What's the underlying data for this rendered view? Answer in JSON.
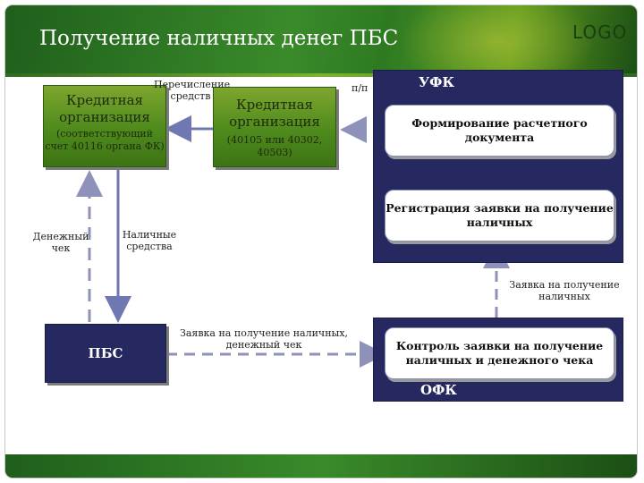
{
  "title": "Получение наличных денег ПБС",
  "logo": "LOGO",
  "nodes": {
    "credit_left": {
      "title": "Кредитная организация",
      "subtitle": "(соответствующий счет 40116 органа ФК)"
    },
    "credit_center": {
      "title": "Кредитная организация",
      "subtitle": "(40105 или 40302, 40503)"
    },
    "ufk": {
      "label": "УФК",
      "step1": "Формирование расчетного документа",
      "step2": "Регистрация заявки на получение наличных"
    },
    "ofk": {
      "label": "ОФК",
      "step": "Контроль заявки на получение наличных и денежного чека"
    },
    "pbs": {
      "label": "ПБС"
    }
  },
  "edge_labels": {
    "transfer": "Перечисление средств",
    "pp": "п/п",
    "cash_check": "Денежный чек",
    "cash": "Наличные средства",
    "request_ufk": "Заявка на получение наличных",
    "request_pbs": "Заявка на получение наличных, денежный чек"
  },
  "colors": {
    "header_green": "#2e7a22",
    "box_green": "#5f941f",
    "navy": "#25295f",
    "dash": "#8e92ba",
    "arrow": "#6f78b0"
  }
}
